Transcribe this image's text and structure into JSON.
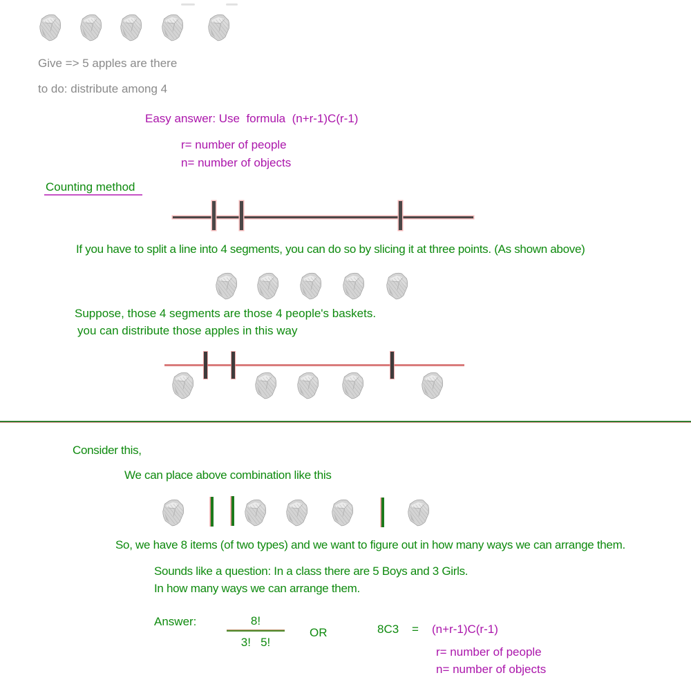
{
  "colors": {
    "gray_text": "#8a8a8a",
    "magenta_text": "#ab16ab",
    "green_text": "#0e8a0e",
    "diagram1_stroke": "#4b4747",
    "diagram1_halo": "#f7bcbc",
    "diagram2_line": "#d97b7b",
    "combination_bar": "#1c7a1c",
    "heading_underline": "#c653c6",
    "section_divider": "#2e7d2e"
  },
  "intro": {
    "given": "Give => 5 apples are there",
    "todo": "to do: distribute among 4"
  },
  "formula": {
    "heading": "Easy answer: Use  formula  (n+r-1)C(r-1)",
    "r_def": "r= number of people",
    "n_def": "n= number of objects"
  },
  "counting": {
    "heading": "Counting method",
    "split_caption": "If you have to split a line into 4 segments, you can do so by slicing it at three points. (As shown above)",
    "suppose": "Suppose, those 4 segments are those 4 people's baskets.",
    "distribute": "you can distribute those apples in this way"
  },
  "second_section": {
    "consider": "Consider this,",
    "place": "We can place above combination like this",
    "so": "So, we have 8 items (of two types) and we want to figure out in how many ways we can arrange them.",
    "sounds": "Sounds like a question: In a class there are 5 Boys and 3 Girls.",
    "in_how": "In how many ways we can arrange them."
  },
  "answer": {
    "label": "Answer:",
    "numerator": "8!",
    "denominator": "3!   5!",
    "or": "OR",
    "lhs": "8C3",
    "eq": "=",
    "rhs": "(n+r-1)C(r-1)",
    "r_def": "r= number of people",
    "n_def": "n= number of objects"
  },
  "diagrams": {
    "apple_icon": "apple-sketch-icon",
    "top_row_apples": 5,
    "middle_row_apples": 5,
    "line1_slice_points": 3,
    "line2_slice_points": 3,
    "line2_apples_in_baskets": [
      1,
      0,
      3,
      1
    ],
    "combination_sequence": [
      "apple",
      "bar",
      "bar",
      "apple",
      "apple",
      "apple",
      "bar",
      "apple"
    ]
  }
}
